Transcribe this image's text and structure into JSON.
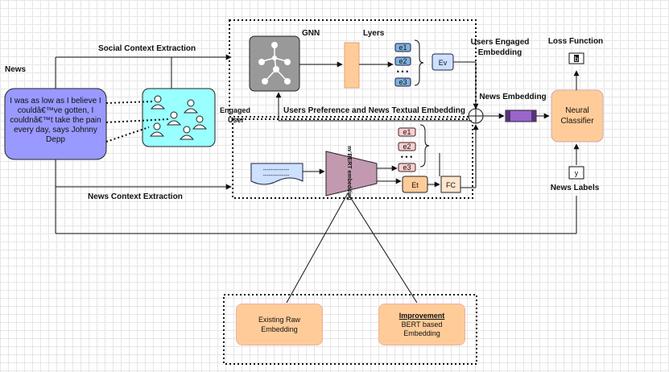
{
  "labels": {
    "news": "News",
    "social_context": "Social Context Extraction",
    "news_context": "News Context Extraction",
    "gnn": "GNN",
    "lyers": "Lyers",
    "users_engaged_1": "Users Engaged",
    "users_engaged_2": "Embedding",
    "loss_function": "Loss Function",
    "news_embedding": "News Embedding",
    "users_pref": "Users Preference and News Textual Embedding",
    "engaged_user_1": "Engaged",
    "engaged_user_2": "User",
    "news_labels": "News Labels"
  },
  "news_text": "I was as low as I believe I couldâ€™ve gotten, I couldnâ€™t take the pain every day, says Johnny Depp",
  "gnn_embeddings": [
    "e1",
    "e2",
    "e3"
  ],
  "ev": "Ev",
  "text_embeddings": [
    "e1",
    "e2",
    "e3"
  ],
  "ellipsis": "• • •",
  "bert_label": "m⁄ BERT embedding",
  "et": "Et",
  "fc": "FC",
  "loss_symbol": "b",
  "neural_classifier": "Neural Classifier",
  "y": "y",
  "existing_raw": "Existing Raw Embedding",
  "improvement_title": "Improvement",
  "improvement_body": "BERT based Embedding",
  "doc_lines": "--------------"
}
